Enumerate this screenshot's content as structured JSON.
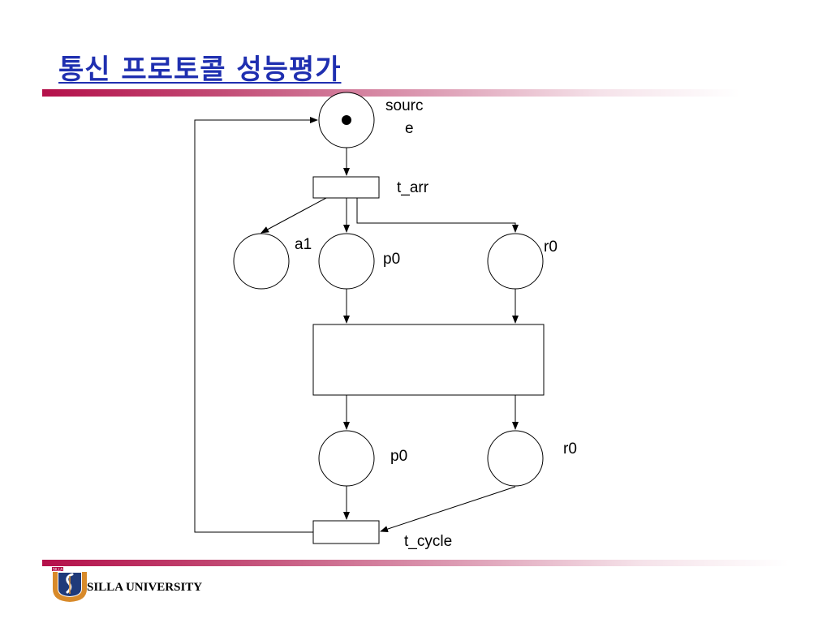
{
  "slide": {
    "title": "통신 프로토콜 성능평가"
  },
  "diagram": {
    "places": {
      "source": {
        "label_line1": "sourc",
        "label_line2": "e",
        "has_token": true
      },
      "a1": {
        "label": "a1"
      },
      "p0_top": {
        "label": "p0"
      },
      "r0_top": {
        "label": "r0"
      },
      "p0_bottom": {
        "label": "p0"
      },
      "r0_bottom": {
        "label": "r0"
      }
    },
    "transitions": {
      "t_arr": {
        "label": "t_arr"
      },
      "t_cycle": {
        "label": "t_cycle"
      }
    }
  },
  "footer": {
    "logo_text": "SILLA",
    "university": "SILLA UNIVERSITY"
  },
  "colors": {
    "title": "#1f2fb0",
    "accent_bar": "#b4104a"
  }
}
